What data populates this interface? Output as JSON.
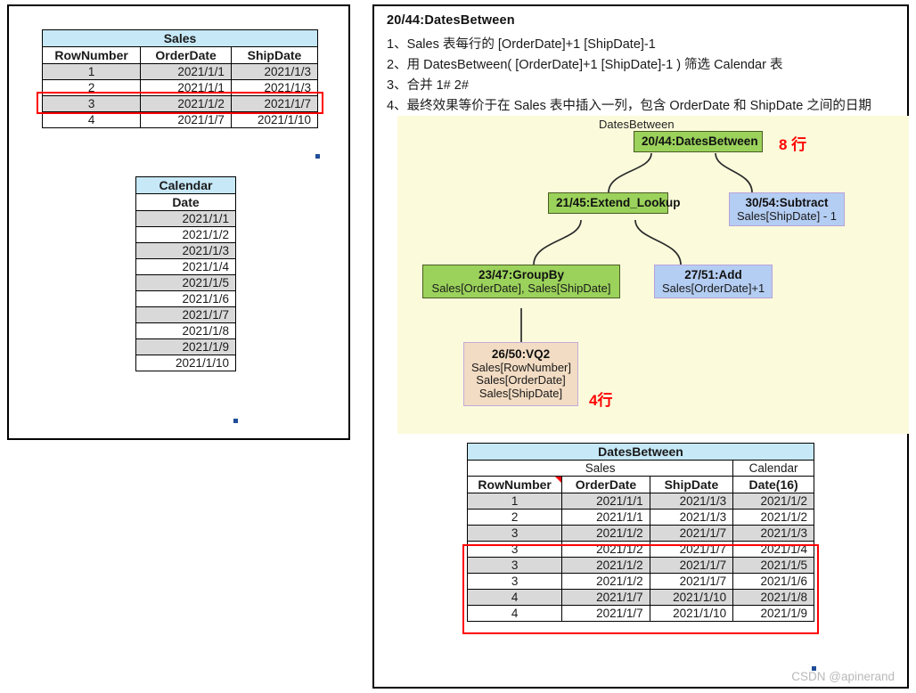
{
  "left_panel": {
    "sales_table": {
      "title": "Sales",
      "columns": [
        "RowNumber",
        "OrderDate",
        "ShipDate"
      ],
      "rows": [
        [
          "1",
          "2021/1/1",
          "2021/1/3"
        ],
        [
          "2",
          "2021/1/1",
          "2021/1/3"
        ],
        [
          "3",
          "2021/1/2",
          "2021/1/7"
        ],
        [
          "4",
          "2021/1/7",
          "2021/1/10"
        ]
      ],
      "highlighted_row_index": 2
    },
    "calendar_table": {
      "title": "Calendar",
      "columns": [
        "Date"
      ],
      "rows": [
        [
          "2021/1/1"
        ],
        [
          "2021/1/2"
        ],
        [
          "2021/1/3"
        ],
        [
          "2021/1/4"
        ],
        [
          "2021/1/5"
        ],
        [
          "2021/1/6"
        ],
        [
          "2021/1/7"
        ],
        [
          "2021/1/8"
        ],
        [
          "2021/1/9"
        ],
        [
          "2021/1/10"
        ]
      ]
    }
  },
  "right_panel": {
    "heading": "20/44:DatesBetween",
    "steps": [
      "1、Sales 表每行的 [OrderDate]+1 [ShipDate]-1",
      "2、用 DatesBetween( [OrderDate]+1 [ShipDate]-1 ) 筛选 Calendar 表",
      "3、合并 1# 2#",
      "4、最终效果等价于在 Sales 表中插入一列，包含 OrderDate 和 ShipDate 之间的日期"
    ],
    "diagram": {
      "caption": "DatesBetween",
      "nodes": [
        {
          "id": "root",
          "title": "20/44:DatesBetween",
          "sub": "",
          "color": "green"
        },
        {
          "id": "extend",
          "title": "21/45:Extend_Lookup",
          "sub": "",
          "color": "green"
        },
        {
          "id": "subtract",
          "title": "30/54:Subtract",
          "sub": "Sales[ShipDate] - 1",
          "color": "blue"
        },
        {
          "id": "groupby",
          "title": "23/47:GroupBy",
          "sub": "Sales[OrderDate], Sales[ShipDate]",
          "color": "green"
        },
        {
          "id": "add",
          "title": "27/51:Add",
          "sub": "Sales[OrderDate]+1",
          "color": "blue"
        },
        {
          "id": "vq2",
          "title": "26/50:VQ2",
          "sub": "Sales[RowNumber]\nSales[OrderDate]\nSales[ShipDate]",
          "color": "tan"
        }
      ],
      "annotations": [
        {
          "id": "rows8",
          "text": "8 行"
        },
        {
          "id": "rows4",
          "text": "4行"
        }
      ],
      "background_color": "#fbfbdc",
      "node_colors": {
        "green": "#9bd25b",
        "blue": "#b4cdf2",
        "tan": "#f2dcc3"
      }
    },
    "result_table": {
      "title": "DatesBetween",
      "group_headers": [
        {
          "label": "Sales",
          "span": 3
        },
        {
          "label": "Calendar",
          "span": 1
        }
      ],
      "columns": [
        "RowNumber",
        "OrderDate",
        "ShipDate",
        "Date(16)"
      ],
      "rows": [
        [
          "1",
          "2021/1/1",
          "2021/1/3",
          "2021/1/2"
        ],
        [
          "2",
          "2021/1/1",
          "2021/1/3",
          "2021/1/2"
        ],
        [
          "3",
          "2021/1/2",
          "2021/1/7",
          "2021/1/3"
        ],
        [
          "3",
          "2021/1/2",
          "2021/1/7",
          "2021/1/4"
        ],
        [
          "3",
          "2021/1/2",
          "2021/1/7",
          "2021/1/5"
        ],
        [
          "3",
          "2021/1/2",
          "2021/1/7",
          "2021/1/6"
        ],
        [
          "4",
          "2021/1/7",
          "2021/1/10",
          "2021/1/8"
        ],
        [
          "4",
          "2021/1/7",
          "2021/1/10",
          "2021/1/9"
        ]
      ],
      "highlighted_rows": [
        2,
        3,
        4,
        5
      ]
    }
  },
  "watermark": "CSDN @apinerand",
  "accents": {
    "highlight_red": "#ff0000",
    "table_title_blue": "#c6e8f7",
    "row_stripe": "#d9d9d9"
  }
}
